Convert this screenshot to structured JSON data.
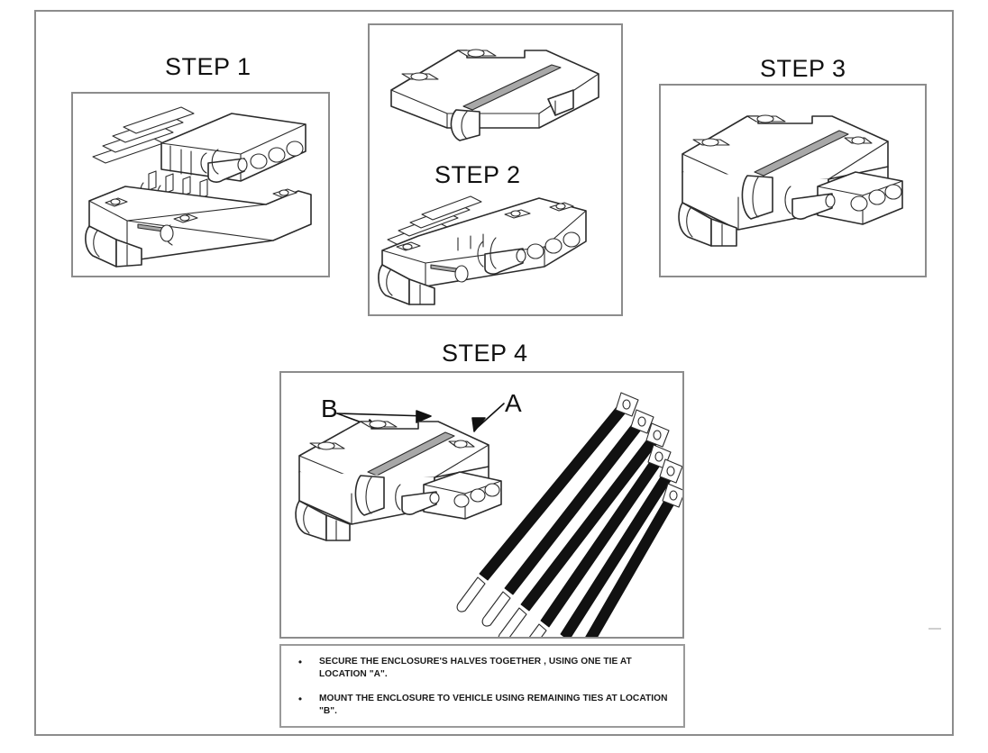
{
  "document": {
    "type": "assembly-instruction-diagram",
    "title": "Enclosure Assembly Steps"
  },
  "steps": [
    {
      "id": "step1",
      "label": "STEP 1",
      "illustration": "harness-above-open-enclosure-base"
    },
    {
      "id": "step2",
      "label": "STEP 2",
      "illustration": "harness-seated-in-enclosure-base"
    },
    {
      "id": "step3",
      "label": "STEP 3",
      "illustration": "closed-enclosure-with-lid"
    },
    {
      "id": "step4",
      "label": "STEP 4",
      "illustration": "closed-enclosure-with-cable-ties"
    }
  ],
  "lid_drawing": {
    "illustration": "enclosure-lid-cover"
  },
  "callouts": [
    {
      "letter": "A",
      "target": "enclosure-halves-tie-location",
      "arrows": 1
    },
    {
      "letter": "B",
      "target": "mounting-tab-locations",
      "arrows": 2
    }
  ],
  "cable_ties": {
    "count": 6,
    "color": "#111111"
  },
  "notes": {
    "bullet": "•",
    "items": [
      "SECURE THE ENCLOSURE'S HALVES TOGETHER , USING ONE TIE AT LOCATION \"A\".",
      "MOUNT THE ENCLOSURE TO VEHICLE  USING REMAINING TIES AT LOCATION \"B\"."
    ]
  },
  "colors": {
    "frame": "#8c8c8c",
    "line": "#2b2b2b",
    "background": "#ffffff",
    "tie": "#111111"
  }
}
